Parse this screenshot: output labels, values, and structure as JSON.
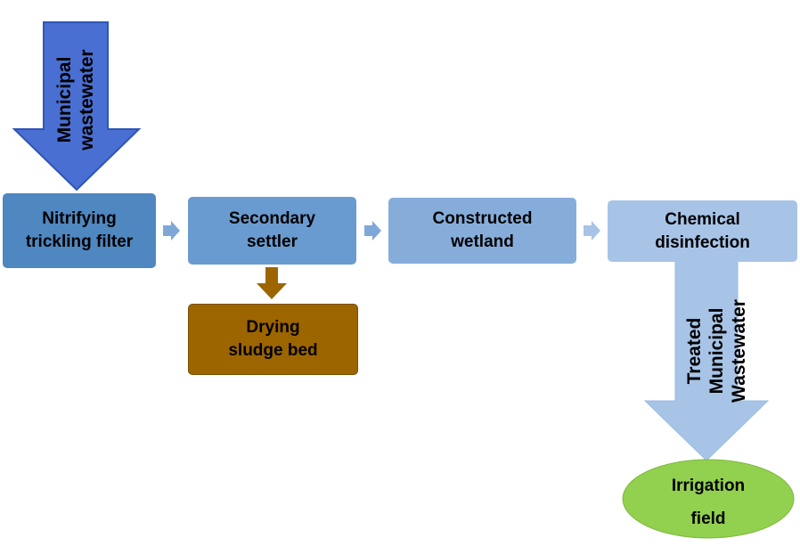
{
  "input_arrow": {
    "label": "Municipal\nwastewater"
  },
  "boxes": {
    "filter": {
      "label": "Nitrifying\ntrickling filter",
      "color": "#4F87C0"
    },
    "settler": {
      "label": "Secondary\nsettler",
      "color": "#6A9BD0"
    },
    "wetland": {
      "label": "Constructed\nwetland",
      "color": "#86ADDA"
    },
    "disinfection": {
      "label": "Chemical\ndisinfection",
      "color": "#A7C4E7"
    },
    "sludge": {
      "label": "Drying\nsludge bed",
      "color": "#9C6500"
    }
  },
  "output_arrow": {
    "label": "Treated Municipal\nWastewater"
  },
  "irrigation": {
    "label": "Irrigation\nfield",
    "color": "#92D050"
  },
  "colors": {
    "input_arrow": "#4A6FD2",
    "small_arrow": "#7FA8D9",
    "sludge_arrow": "#9C6500",
    "output_arrow": "#A7C4E7"
  }
}
